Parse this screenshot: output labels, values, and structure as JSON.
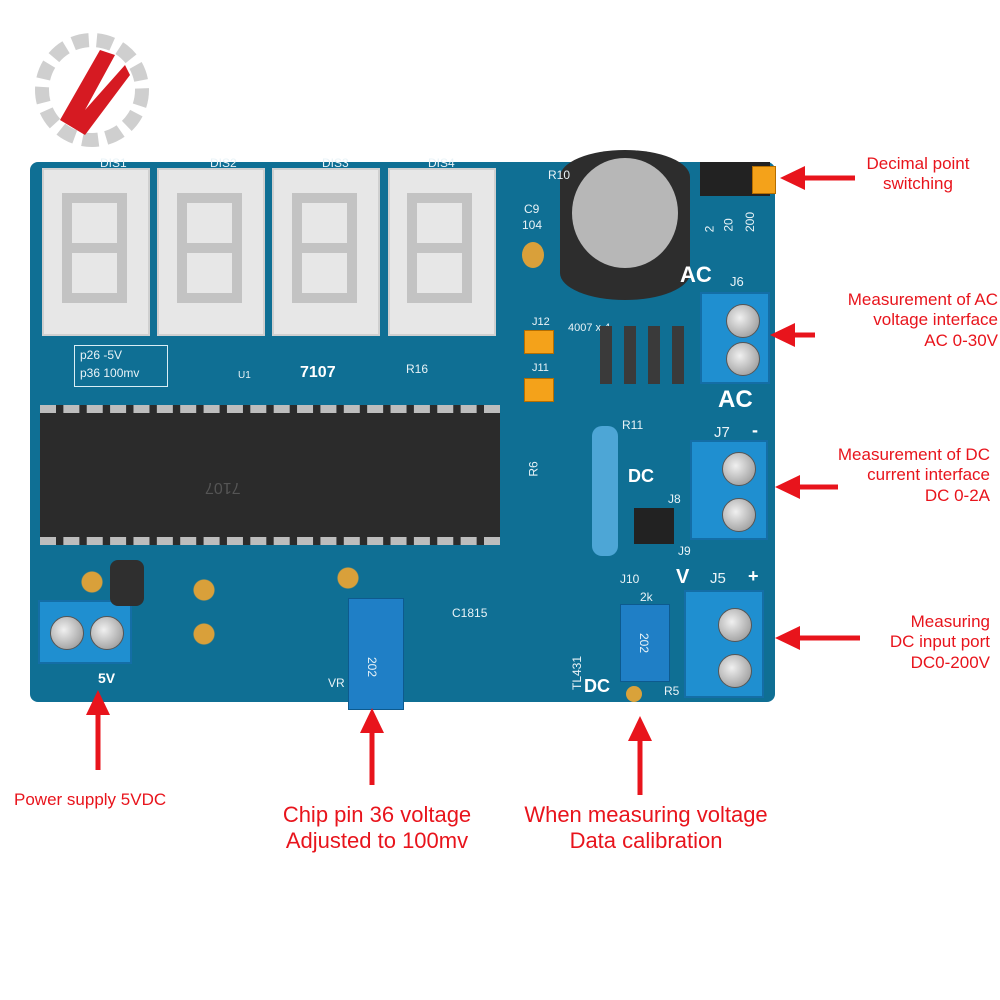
{
  "labels": {
    "decimal": "Decimal point\nswitching",
    "ac": "Measurement of AC\nvoltage interface\nAC 0-30V",
    "dc_current": "Measurement of DC\ncurrent interface\nDC 0-2A",
    "dc_input": "Measuring\nDC input port\nDC0-200V",
    "power": "Power supply 5VDC",
    "chip": "Chip pin 36 voltage\nAdjusted to 100mv",
    "calibration": "When measuring voltage\nData calibration"
  },
  "board": {
    "dis1": "DIS1",
    "dis2": "DIS2",
    "dis3": "DIS3",
    "dis4": "DIS4",
    "chip_top": "7107",
    "chip_body": "7107",
    "u1": "U1",
    "p26": "p26  -5V",
    "p36": "p36  100mv",
    "r10": "R10",
    "c9": "C9",
    "c9v": "104",
    "j6": "J6",
    "j7": "J7",
    "j5": "J5",
    "j8": "J8",
    "j9": "J9",
    "j10": "J10",
    "j11": "J11",
    "j12": "J12",
    "ac_top": "AC",
    "ac_bottom": "AC",
    "dc_mid": "DC",
    "dc_bottom": "DC",
    "r11": "R11",
    "r6": "R6",
    "r16": "R16",
    "r5": "R5",
    "vr": "VR",
    "range2": "2",
    "range20": "20",
    "range200": "200",
    "v5": "5V",
    "pot1": "202",
    "pot2": "202",
    "r2k": "2k",
    "c1815": "C1815",
    "tl431": "TL431",
    "diodes": "4007 x 4",
    "v_mark": "V",
    "plus_mark": "+",
    "minus_mark": "-"
  },
  "colors": {
    "annotation": "#e8141c",
    "pcb": "#0f6f94",
    "terminal": "#1f8fd0"
  }
}
